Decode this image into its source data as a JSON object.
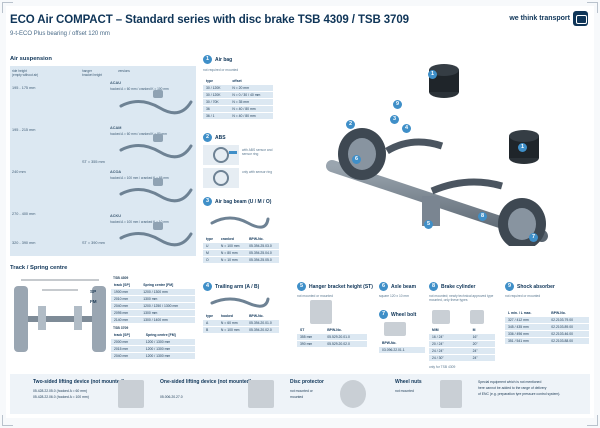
{
  "header": {
    "title": "ECO Air COMPACT – Standard series with disc brake TSB 4309 / TSB 3709",
    "subtitle": "9-t-ECO Plus bearing / offset 120 mm",
    "brand": "we think transport"
  },
  "air_suspension": {
    "title": "Air suspension",
    "col_ride_height": "ride height\n(empty without air)",
    "col_hanger": "hanger\nbracket height",
    "col_versions": "versions",
    "ride_heights": [
      "195 - 175 mm",
      "195 - 215 mm",
      "240 mm",
      "270 - 400 mm",
      "320 - 390 mm"
    ],
    "hanger_heights": [
      "ST = 355 mm",
      "ST = 390 mm"
    ],
    "versions": [
      {
        "name": "ACAU",
        "desc": "hooked A = 60 mm / cranked K = 100 mm"
      },
      {
        "name": "ACAM",
        "desc": "hooked A = 60 mm / cranked K = 80 mm"
      },
      {
        "name": "ACOA",
        "desc": "hooked A = 100 mm / cranked K = 65 mm"
      },
      {
        "name": "ACKU",
        "desc": "hooked A = 100 mm / cranked K = 10 mm"
      }
    ]
  },
  "track": {
    "title": "Track / Spring centre",
    "sp": "SP",
    "fm": "FM",
    "tsb4309_label": "TSB 4309",
    "tsb3709_label": "TSB 3709",
    "col_track": "track [SP]",
    "col_spring": "Spring centre [FM]",
    "rows_4309": [
      [
        "1900 mm",
        "1200 / 1300 mm"
      ],
      [
        "2010 mm",
        "1300 mm"
      ],
      [
        "2040 mm",
        "1200 / 1250 / 1300 mm"
      ],
      [
        "2095 mm",
        "1300 mm"
      ],
      [
        "2140 mm",
        "1300 / 1400 mm"
      ]
    ],
    "rows_3709": [
      [
        "2000 mm",
        "1200 / 1300 mm"
      ],
      [
        "2015 mm",
        "1200 / 1300 mm"
      ],
      [
        "2040 mm",
        "1200 / 1300 mm"
      ]
    ]
  },
  "parts": {
    "p1": {
      "num": "1",
      "title": "Air bag",
      "note": "not required or mounted",
      "col_type": "type",
      "col_offset": "offset",
      "rows": [
        [
          "30 / 120K",
          "N = 20 mm"
        ],
        [
          "30 / 120K",
          "N = 0 / 30 / 40 mm"
        ],
        [
          "30 / 70K",
          "N = 35 mm"
        ],
        [
          "36",
          "N = 40 / 80 mm"
        ],
        [
          "36 / 1",
          "N = 40 / 80 mm"
        ]
      ]
    },
    "p2": {
      "num": "2",
      "title": "ABS",
      "a": "with ABS sensor and sensor ring",
      "b": "only with sensor ring"
    },
    "p3": {
      "num": "3",
      "title": "Air bag beam (U / M / O)",
      "col_type": "type",
      "col_cranked": "cranked",
      "col_bpw": "BPW-No.",
      "rows": [
        [
          "U",
          "N = 100 mm",
          "05.394.25.03.0"
        ],
        [
          "M",
          "N = 80 mm",
          "05.394.25.04.0"
        ],
        [
          "O",
          "N = 10 mm",
          "05.394.25.05.0"
        ]
      ]
    },
    "p4": {
      "num": "4",
      "title": "Trailing arm (A / B)",
      "col_type": "type",
      "col_hooked": "hooked",
      "col_bpw": "BPW-No.",
      "rows": [
        [
          "A",
          "N = 60 mm",
          "05.394.20.01.0"
        ],
        [
          "B",
          "N = 100 mm",
          "05.394.20.02.0"
        ]
      ]
    },
    "p5": {
      "num": "5",
      "title": "Hanger bracket height (ST)",
      "note": "not mounted or mounted",
      "col_st": "ST",
      "col_bpw": "BPW-No.",
      "rows": [
        [
          "355 mm",
          "05.529.20.01.0"
        ],
        [
          "390 mm",
          "05.529.20.02.0"
        ]
      ]
    },
    "p6": {
      "num": "6",
      "title": "Axle beam",
      "note": "square 120 x 10 mm"
    },
    "p7": {
      "num": "7",
      "title": "Wheel bolt",
      "col_bpw": "BPW-No.",
      "bpw": "03.096.22.01.1"
    },
    "p8": {
      "num": "8",
      "title": "Brake cylinder",
      "note": "not mounted; newly technical approved type mounted, only these types",
      "col_mm": "M/M",
      "col_m": "M",
      "rows": [
        [
          "16 / 24\"",
          "16\""
        ],
        [
          "20 / 24\"",
          "20\""
        ],
        [
          "24 / 24\"",
          "24\""
        ],
        [
          "24 / 30\"",
          "24\""
        ]
      ],
      "footnote": "only for TSB 4309"
    },
    "p9": {
      "num": "9",
      "title": "Shock absorber",
      "note": "not required or mounted",
      "col_len": "L min. / L max.",
      "col_bpw": "BPW-No.",
      "rows": [
        [
          "327 / 412 mm",
          "02.2103.79.00"
        ],
        [
          "345 / 435 mm",
          "02.2103.89.00"
        ],
        [
          "336 / 496 mm",
          "02.2103.46.00"
        ],
        [
          "351 / 541 mm",
          "02.2103.88.00"
        ]
      ]
    }
  },
  "bottom": {
    "b1": {
      "title": "Two-sided lifting device (not mounted)",
      "l1": "05.428.22.05.0 (hooked A = 60 mm)",
      "l2": "05.428.22.06.0 (hooked A = 100 mm)"
    },
    "b2": {
      "title": "One-sided lifting device (not mounted)",
      "l1": "05.006.20.27.0"
    },
    "b3": {
      "title": "Disc protector",
      "l1": "not mounted or",
      "l2": "mounted"
    },
    "b4": {
      "title": "Wheel nuts",
      "l1": "not mounted"
    },
    "b5": {
      "l1": "Special equipment which is not mentioned",
      "l2": "here cannot be added to the range of delivery",
      "l3": "of ENC (e.g. preparation tyre pressure control system)."
    }
  },
  "colors": {
    "accent": "#3f8fc8",
    "navy": "#0f3558",
    "panel": "#dce8f2"
  }
}
